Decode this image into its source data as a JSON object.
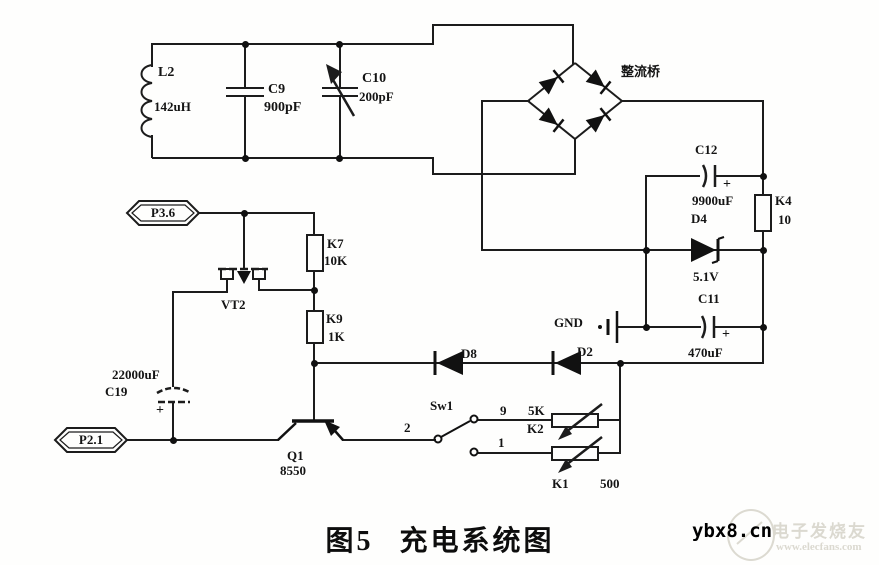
{
  "figure": {
    "fig_no": "图5",
    "title": "充电系统图"
  },
  "components": {
    "l2": {
      "ref": "L2",
      "value": "142uH"
    },
    "c9": {
      "ref": "C9",
      "value": "900pF"
    },
    "c10": {
      "ref": "C10",
      "value": "200pF"
    },
    "bridge": {
      "label": "整流桥"
    },
    "c12": {
      "ref": "C12",
      "value": "9900uF",
      "polarity": "+"
    },
    "k4": {
      "ref": "K4",
      "value": "10"
    },
    "d4": {
      "ref": "D4",
      "value": "5.1V"
    },
    "c11": {
      "ref": "C11",
      "value": "470uF",
      "polarity": "+"
    },
    "gnd": {
      "label": "GND"
    },
    "k7": {
      "ref": "K7",
      "value": "10K"
    },
    "vt2": {
      "ref": "VT2"
    },
    "k9": {
      "ref": "K9",
      "value": "1K"
    },
    "c19": {
      "ref": "C19",
      "value": "22000uF",
      "polarity": "+"
    },
    "q1": {
      "ref": "Q1",
      "value": "8550"
    },
    "d8": {
      "ref": "D8"
    },
    "d2": {
      "ref": "D2"
    },
    "sw1": {
      "ref": "Sw1",
      "terminal_common": "2",
      "terminal_a": "9",
      "terminal_b": "1"
    },
    "k2": {
      "ref": "K2",
      "value": "5K"
    },
    "k1": {
      "ref": "K1",
      "value": "500"
    }
  },
  "ports": {
    "p36": "P3.6",
    "p21": "P2.1"
  },
  "watermark": {
    "site": "ybx8.cn",
    "brand": "电子发烧友",
    "url": "www.elecfans.com"
  },
  "colors": {
    "line": "#1c1c1c",
    "watermark_gray": "#dbd9d0"
  }
}
